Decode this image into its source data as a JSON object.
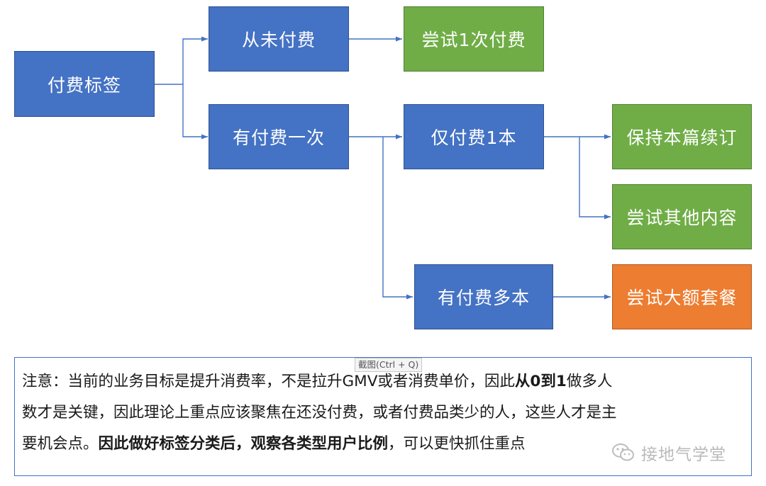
{
  "diagram": {
    "nodes": {
      "root": "付费标签",
      "never_paid": "从未付费",
      "try_pay_once": "尝试1次付费",
      "paid_once": "有付费一次",
      "paid_one_item": "仅付费1本",
      "keep_series": "保持本篇续订",
      "try_other": "尝试其他内容",
      "paid_many": "有付费多本",
      "try_big_bundle": "尝试大额套餐"
    },
    "colors": {
      "blue": "#4472c4",
      "green": "#70ad47",
      "orange": "#ed7d31",
      "connector": "#4472c4"
    }
  },
  "note": {
    "segments": [
      {
        "text": "注意：当前的业务目标是提升消费率，不是拉升GMV或者消费单价，因此",
        "bold": false
      },
      {
        "text": "从0到1",
        "bold": true
      },
      {
        "text": "做多人",
        "bold": false
      },
      {
        "text": "数才是关键，因此理论上重点应该聚焦在还没付费，或者付费品类少的人，这些人才是主",
        "bold": false
      },
      {
        "text": "要机会点。",
        "bold": false
      },
      {
        "text": "因此做好标签分类后，观察各类型用户比例",
        "bold": true
      },
      {
        "text": "，可以更快抓住重点",
        "bold": false
      }
    ]
  },
  "overlay": {
    "tooltip": "截图(Ctrl + Q)",
    "watermark": "接地气学堂",
    "watermark_icon": "wechat-icon"
  }
}
